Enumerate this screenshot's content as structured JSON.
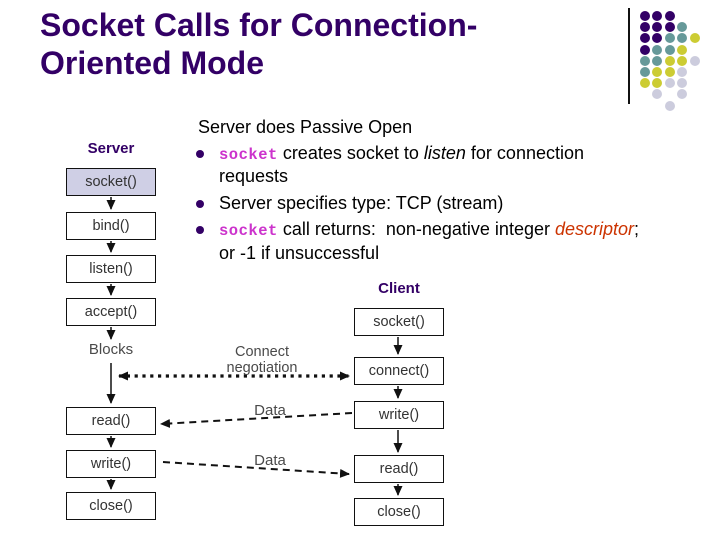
{
  "slide_title": {
    "line1": "Socket Calls for Connection-",
    "line2": "Oriented Mode"
  },
  "content": {
    "heading": "Server does Passive Open",
    "bullets": [
      [
        {
          "t": "socket",
          "s": "code"
        },
        {
          "t": " creates socket to ",
          "s": "p"
        },
        {
          "t": "listen",
          "s": "i"
        },
        {
          "t": " for connection",
          "s": "p"
        },
        {
          "s": "br"
        },
        {
          "t": "requests",
          "s": "p"
        }
      ],
      [
        {
          "t": "Server specifies type: TCP (stream)",
          "s": "p"
        }
      ],
      [
        {
          "t": "socket",
          "s": "code"
        },
        {
          "t": " call returns:  non-negative integer ",
          "s": "p"
        },
        {
          "t": "descriptor",
          "s": "ir"
        },
        {
          "t": ";",
          "s": "p"
        },
        {
          "s": "br"
        },
        {
          "t": "or -1 if unsuccessful",
          "s": "p"
        }
      ]
    ]
  },
  "diagram": {
    "server": {
      "label": "Server",
      "boxes": [
        "socket()",
        "bind()",
        "listen()",
        "accept()",
        "read()",
        "write()",
        "close()"
      ],
      "blocks_label": "Blocks"
    },
    "client": {
      "label": "Client",
      "boxes": [
        "socket()",
        "connect()",
        "write()",
        "read()",
        "close()"
      ]
    },
    "connectors": {
      "negotiation_line1": "Connect",
      "negotiation_line2": "negotiation",
      "data_top": "Data",
      "data_bottom": "Data"
    }
  },
  "decoration": {
    "dot_colors": {
      "purple": "#330066",
      "teal": "#669999",
      "yellow": "#CCCC33",
      "gray": "#CCCCDD"
    },
    "dot_rows": [
      [
        "purple",
        "purple",
        "purple",
        "",
        ""
      ],
      [
        "purple",
        "purple",
        "purple",
        "teal",
        ""
      ],
      [
        "purple",
        "purple",
        "teal",
        "teal",
        "yellow"
      ],
      [
        "purple",
        "teal",
        "teal",
        "yellow",
        ""
      ],
      [
        "teal",
        "teal",
        "yellow",
        "yellow",
        "gray"
      ],
      [
        "teal",
        "yellow",
        "yellow",
        "gray",
        ""
      ],
      [
        "yellow",
        "yellow",
        "gray",
        "gray",
        ""
      ],
      [
        "",
        "gray",
        "",
        "gray",
        ""
      ],
      [
        "",
        "",
        "gray",
        "",
        ""
      ]
    ]
  },
  "colors": {
    "title_text": "#330066",
    "keyword_text": "#CC33CC",
    "descriptor_text": "#CC3300",
    "socket_box_fill": "#CFCFE5"
  }
}
